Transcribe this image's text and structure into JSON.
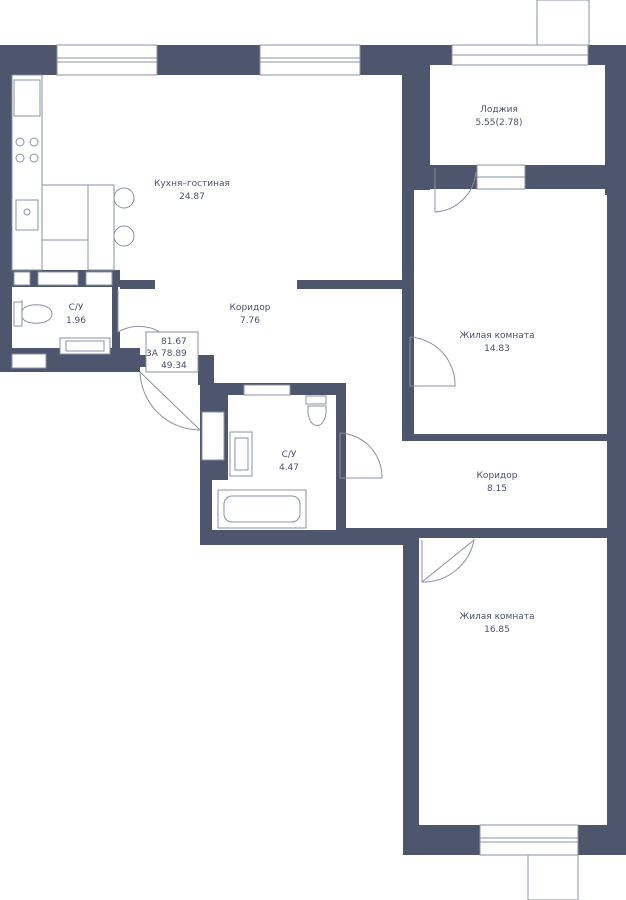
{
  "rooms": {
    "kitchen": {
      "name": "Кухня–гостиная",
      "area": "24.87"
    },
    "loggia": {
      "name": "Лоджия",
      "area": "5.55(2.78)"
    },
    "wc_small": {
      "name": "С/У",
      "area": "1.96"
    },
    "corridor_1": {
      "name": "Коридор",
      "area": "7.76"
    },
    "bedroom_1": {
      "name": "Жилая комната",
      "area": "14.83"
    },
    "bath": {
      "name": "С/У",
      "area": "4.47"
    },
    "corridor_2": {
      "name": "Коридор",
      "area": "8.15"
    },
    "bedroom_2": {
      "name": "Жилая комната",
      "area": "16.85"
    }
  },
  "summary": {
    "type": "3А",
    "total_area": "81.67",
    "area_2": "78.89",
    "living_area": "49.34"
  },
  "colors": {
    "wall": "#4e566e",
    "line": "#8a90a2",
    "text": "#4a5068"
  }
}
